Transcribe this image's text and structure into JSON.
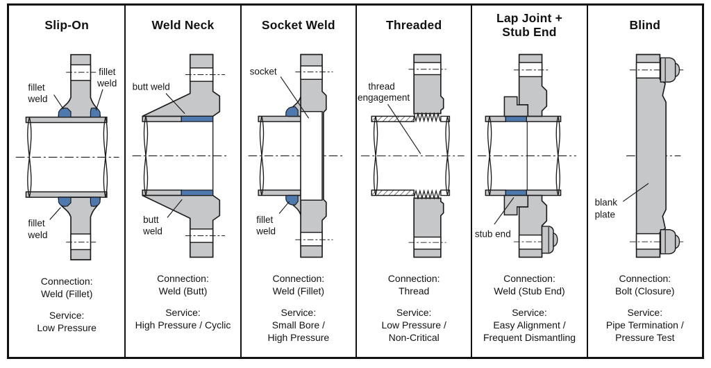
{
  "labels": {
    "connection": "Connection:",
    "service": "Service:"
  },
  "colors": {
    "weld_blue": "#4e79ae",
    "metal_gray": "#c6c7c9",
    "outline": "#1b1b1b"
  },
  "columns": [
    {
      "header": "Slip-On",
      "connection_value": "Weld (Fillet)",
      "service_line1": "Low Pressure",
      "ann": [
        "fillet",
        "weld",
        "fillet",
        "weld",
        "fillet",
        "weld"
      ]
    },
    {
      "header": "Weld Neck",
      "connection_value": "Weld (Butt)",
      "service_line1": "High Pressure / Cyclic",
      "ann": [
        "butt weld",
        "butt",
        "weld"
      ]
    },
    {
      "header": "Socket Weld",
      "connection_value": "Weld (Fillet)",
      "service_line1": "Small Bore /",
      "service_line2": "High Pressure",
      "ann": [
        "socket",
        "fillet",
        "weld"
      ]
    },
    {
      "header": "Threaded",
      "connection_value": "Thread",
      "service_line1": "Low Pressure /",
      "service_line2": "Non-Critical",
      "ann": [
        "thread",
        "engagement"
      ]
    },
    {
      "header": "Lap Joint +",
      "header2": "Stub End",
      "connection_value": "Weld (Stub End)",
      "service_line1": "Easy Alignment /",
      "service_line2": "Frequent Dismantling",
      "ann": [
        "stub end"
      ]
    },
    {
      "header": "Blind",
      "connection_value": "Bolt (Closure)",
      "service_line1": "Pipe Termination /",
      "service_line2": "Pressure Test",
      "ann": [
        "blank",
        "plate"
      ]
    }
  ]
}
